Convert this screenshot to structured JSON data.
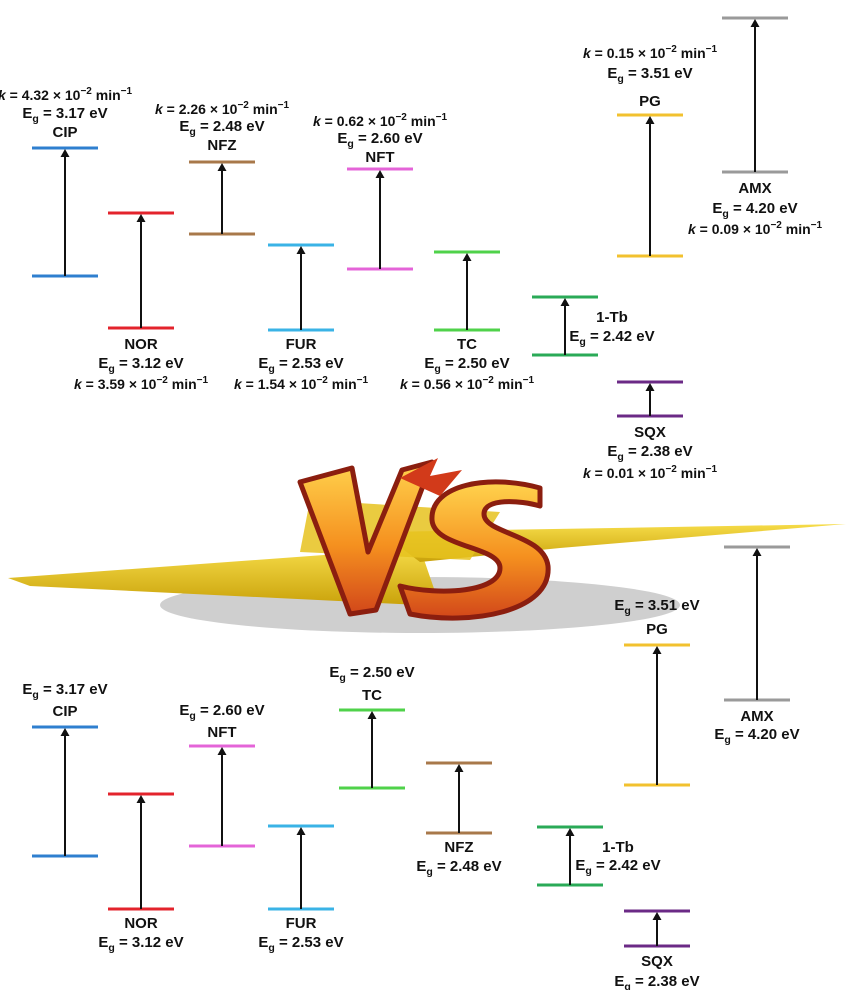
{
  "colors": {
    "CIP": "#2f7fcf",
    "NOR": "#e3232c",
    "NFZ": "#a8784a",
    "FUR": "#3ab3e6",
    "NFT": "#e464d8",
    "TC": "#4fd24a",
    "1-Tb": "#2aaa57",
    "PG": "#f2c12e",
    "AMX": "#9a9a9a",
    "SQX": "#6b2a86",
    "tb_label": "#137a2c",
    "arrow": "#111111",
    "vs_fill": "#f59a2a",
    "vs_edge": "#8b1e0f",
    "shard": "#e8c31a"
  },
  "top": {
    "compounds": [
      {
        "id": "CIP",
        "name": "CIP",
        "eg": "3.17 eV",
        "k": "4.32"
      },
      {
        "id": "NOR",
        "name": "NOR",
        "eg": "3.12 eV",
        "k": "3.59"
      },
      {
        "id": "NFZ",
        "name": "NFZ",
        "eg": "2.48 eV",
        "k": "2.26"
      },
      {
        "id": "FUR",
        "name": "FUR",
        "eg": "2.53 eV",
        "k": "1.54"
      },
      {
        "id": "NFT",
        "name": "NFT",
        "eg": "2.60 eV",
        "k": "0.62"
      },
      {
        "id": "TC",
        "name": "TC",
        "eg": "2.50 eV",
        "k": "0.56"
      },
      {
        "id": "1-Tb",
        "name": "1-Tb",
        "eg": "2.42 eV"
      },
      {
        "id": "PG",
        "name": "PG",
        "eg": "3.51 eV",
        "k": "0.15"
      },
      {
        "id": "SQX",
        "name": "SQX",
        "eg": "2.38 eV",
        "k": "0.01"
      },
      {
        "id": "AMX",
        "name": "AMX",
        "eg": "4.20 eV",
        "k": "0.09"
      }
    ]
  },
  "bottom": {
    "compounds": [
      {
        "id": "CIP",
        "name": "CIP",
        "eg": "3.17 eV"
      },
      {
        "id": "NOR",
        "name": "NOR",
        "eg": "3.12 eV"
      },
      {
        "id": "NFT",
        "name": "NFT",
        "eg": "2.60 eV"
      },
      {
        "id": "FUR",
        "name": "FUR",
        "eg": "2.53 eV"
      },
      {
        "id": "TC",
        "name": "TC",
        "eg": "2.50 eV"
      },
      {
        "id": "NFZ",
        "name": "NFZ",
        "eg": "2.48 eV"
      },
      {
        "id": "1-Tb",
        "name": "1-Tb",
        "eg": "2.42 eV"
      },
      {
        "id": "PG",
        "name": "PG",
        "eg": "3.51 eV"
      },
      {
        "id": "AMX",
        "name": "AMX",
        "eg": "4.20 eV"
      },
      {
        "id": "SQX",
        "name": "SQX",
        "eg": "2.38 eV"
      }
    ]
  },
  "text": {
    "k_symbol": "k",
    "k_unit": " × 10",
    "k_exp": "−2",
    "k_min": " min",
    "k_min_exp": "−1",
    "eg_main": "E",
    "eg_sub": "g",
    "equals": " = "
  }
}
